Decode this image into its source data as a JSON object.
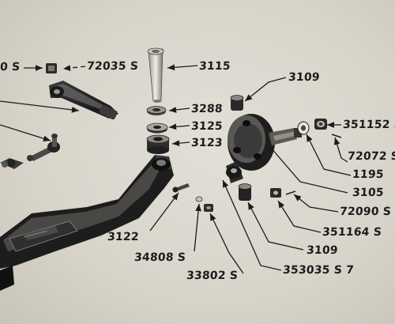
{
  "labels": {
    "l_0s": "0 S",
    "l_72035s": "72035 S",
    "l_3115": "3115",
    "l_3288": "3288",
    "l_3125": "3125",
    "l_3123": "3123",
    "l_3109_top": "3109",
    "l_351152s": "351152 S",
    "l_72072s": "72072 S",
    "l_1195": "1195",
    "l_3105": "3105",
    "l_72090s": "72090 S",
    "l_351164s": "351164 S",
    "l_3109_bottom": "3109",
    "l_3122": "3122",
    "l_34808s": "34808 S",
    "l_33802s": "33802 S",
    "l_353035s7": "353035 S 7"
  },
  "colors": {
    "paper": "#d9d5cc",
    "ink": "#1b1b1b",
    "part_dark": "#2a2a2a",
    "part_mid": "#6b6b6b",
    "part_light": "#bdbab3"
  }
}
